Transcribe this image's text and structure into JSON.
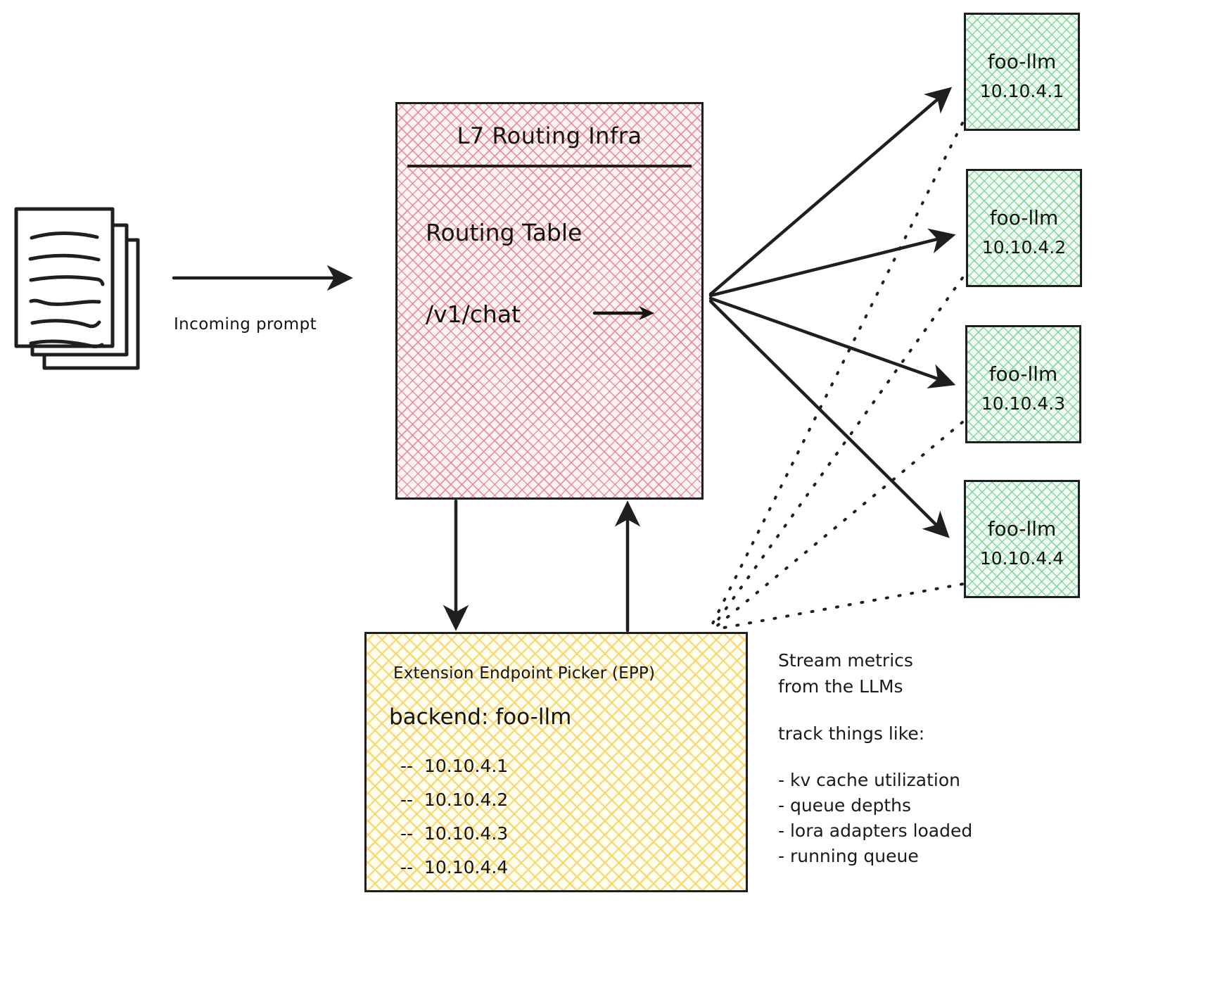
{
  "diagram": {
    "title": "L7 routing infra with Extension Endpoint Picker",
    "colors": {
      "pink_fill": "#fdf2f4",
      "pink_hatch": "#e68291",
      "yellow_fill": "#fffdf0",
      "yellow_hatch": "#f7d66a",
      "green_fill": "#f2fbf4",
      "green_hatch": "#78d291",
      "stroke": "#1f1f1f"
    }
  },
  "source": {
    "icon": "document-stack-icon",
    "sheets": 3,
    "text_lines": 6
  },
  "incoming": {
    "label": "Incoming prompt",
    "arrow": "arrow-right-icon"
  },
  "l7": {
    "title": "L7 Routing Infra",
    "section_label": "Routing Table",
    "route": "/v1/chat",
    "route_arrow": "arrow-right-icon"
  },
  "epp": {
    "title": "Extension Endpoint Picker (EPP)",
    "backend_label": "backend: foo-llm",
    "endpoints": [
      "--  10.10.4.1",
      "--  10.10.4.2",
      "--  10.10.4.3",
      "--  10.10.4.4"
    ]
  },
  "backends": [
    {
      "name": "foo-llm",
      "ip": "10.10.4.1"
    },
    {
      "name": "foo-llm",
      "ip": "10.10.4.2"
    },
    {
      "name": "foo-llm",
      "ip": "10.10.4.3"
    },
    {
      "name": "foo-llm",
      "ip": "10.10.4.4"
    }
  ],
  "notes": {
    "heading_line_1": "Stream metrics",
    "heading_line_2": "from the LLMs",
    "subheading": "track things like:",
    "bullets": [
      "- kv cache utilization",
      "- queue depths",
      "- lora adapters loaded",
      "- running queue"
    ]
  }
}
